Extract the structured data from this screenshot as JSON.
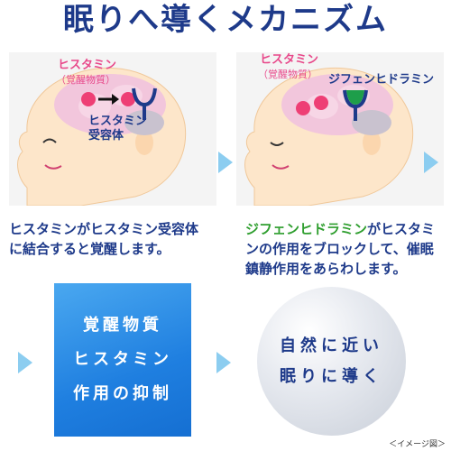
{
  "title": "眠りへ導くメカニズム",
  "left_panel": {
    "histamine_label": "ヒスタミン",
    "histamine_sub": "（覚醒物質）",
    "receptor_label_1": "ヒスタミン",
    "receptor_label_2": "受容体",
    "caption_lines": [
      "ヒスタミンがヒスタミン受容体",
      "に結合すると覚醒します。"
    ]
  },
  "right_panel": {
    "histamine_label": "ヒスタミン",
    "histamine_sub": "（覚醒物質）",
    "drug_label": "ジフェンヒドラミン",
    "caption_drug": "ジフェンヒドラミン",
    "caption_rest_1": "がヒスタミ",
    "caption_line_2": "ンの作用をブロックして、催眠",
    "caption_line_3": "鎮静作用をあらわします。"
  },
  "blue_box": {
    "lines": [
      "覚醒物質",
      "ヒスタミン",
      "作用の抑制"
    ]
  },
  "circle_box": {
    "lines": [
      "自然に近い",
      "眠りに導く"
    ]
  },
  "note": "＜イメージ図＞",
  "colors": {
    "navy": "#1e3a8a",
    "pink": "#e8488a",
    "green": "#2e9e2e",
    "arrow": "#8ccdf0",
    "blue_box": "#1f7fe0"
  }
}
